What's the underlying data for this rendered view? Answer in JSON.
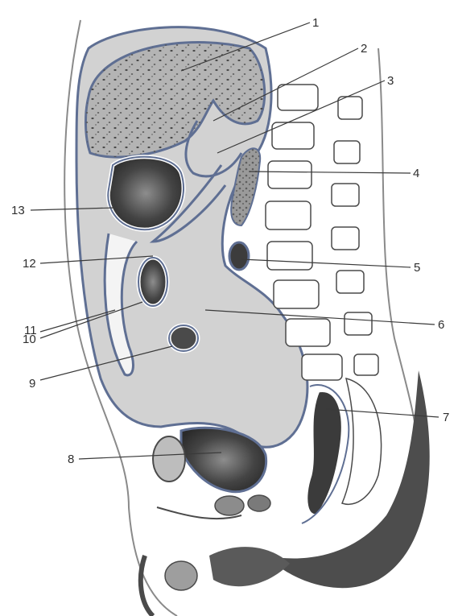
{
  "diagram": {
    "labels": [
      {
        "id": "1",
        "text": "1"
      },
      {
        "id": "2",
        "text": "2"
      },
      {
        "id": "3",
        "text": "3"
      },
      {
        "id": "4",
        "text": "4"
      },
      {
        "id": "5",
        "text": "5"
      },
      {
        "id": "6",
        "text": "6"
      },
      {
        "id": "7",
        "text": "7"
      },
      {
        "id": "8",
        "text": "8"
      },
      {
        "id": "9",
        "text": "9"
      },
      {
        "id": "10",
        "text": "10"
      },
      {
        "id": "11",
        "text": "11"
      },
      {
        "id": "12",
        "text": "12"
      },
      {
        "id": "13",
        "text": "13"
      }
    ],
    "colors": {
      "peritoneum_line": "#5f6f93",
      "cavity_fill": "#cfcfcf",
      "liver_fill": "#b2b2b2",
      "dark_organ": "#3a3a3a",
      "bone_outline": "#4a4a4a",
      "skin_shadow": "#5a5a5a"
    }
  }
}
